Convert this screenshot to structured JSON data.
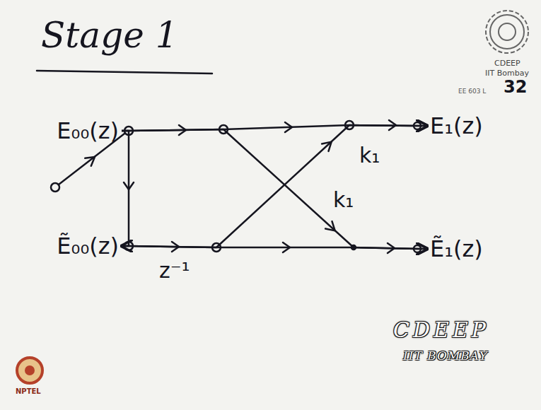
{
  "diagram": {
    "title": "Stage 1",
    "nodes": [
      {
        "text": [
          "E₀₀(z)"
        ]
      },
      {
        "text": [
          "Ẽ₀₀(z)"
        ]
      },
      {
        "text": [
          "E₁(z)"
        ]
      },
      {
        "text": [
          "Ẽ₁(z)"
        ]
      }
    ],
    "edges": [
      {
        "from": 0,
        "to": 1,
        "arrow": "to"
      },
      {
        "from": 0,
        "to": 2,
        "arrow": "to"
      },
      {
        "from": 0,
        "to": 3,
        "label": "k₁",
        "arrow": "to"
      },
      {
        "from": 1,
        "to": 2,
        "label": "k₁",
        "arrow": "to"
      },
      {
        "from": 1,
        "to": 3,
        "label": "z⁻¹",
        "arrow": "to"
      }
    ],
    "labels": [
      "CDEEP",
      "IIT Bombay",
      "EE 603 L",
      "32",
      "CDEEP",
      "IIT BOMBAY",
      "NPTEL"
    ]
  }
}
